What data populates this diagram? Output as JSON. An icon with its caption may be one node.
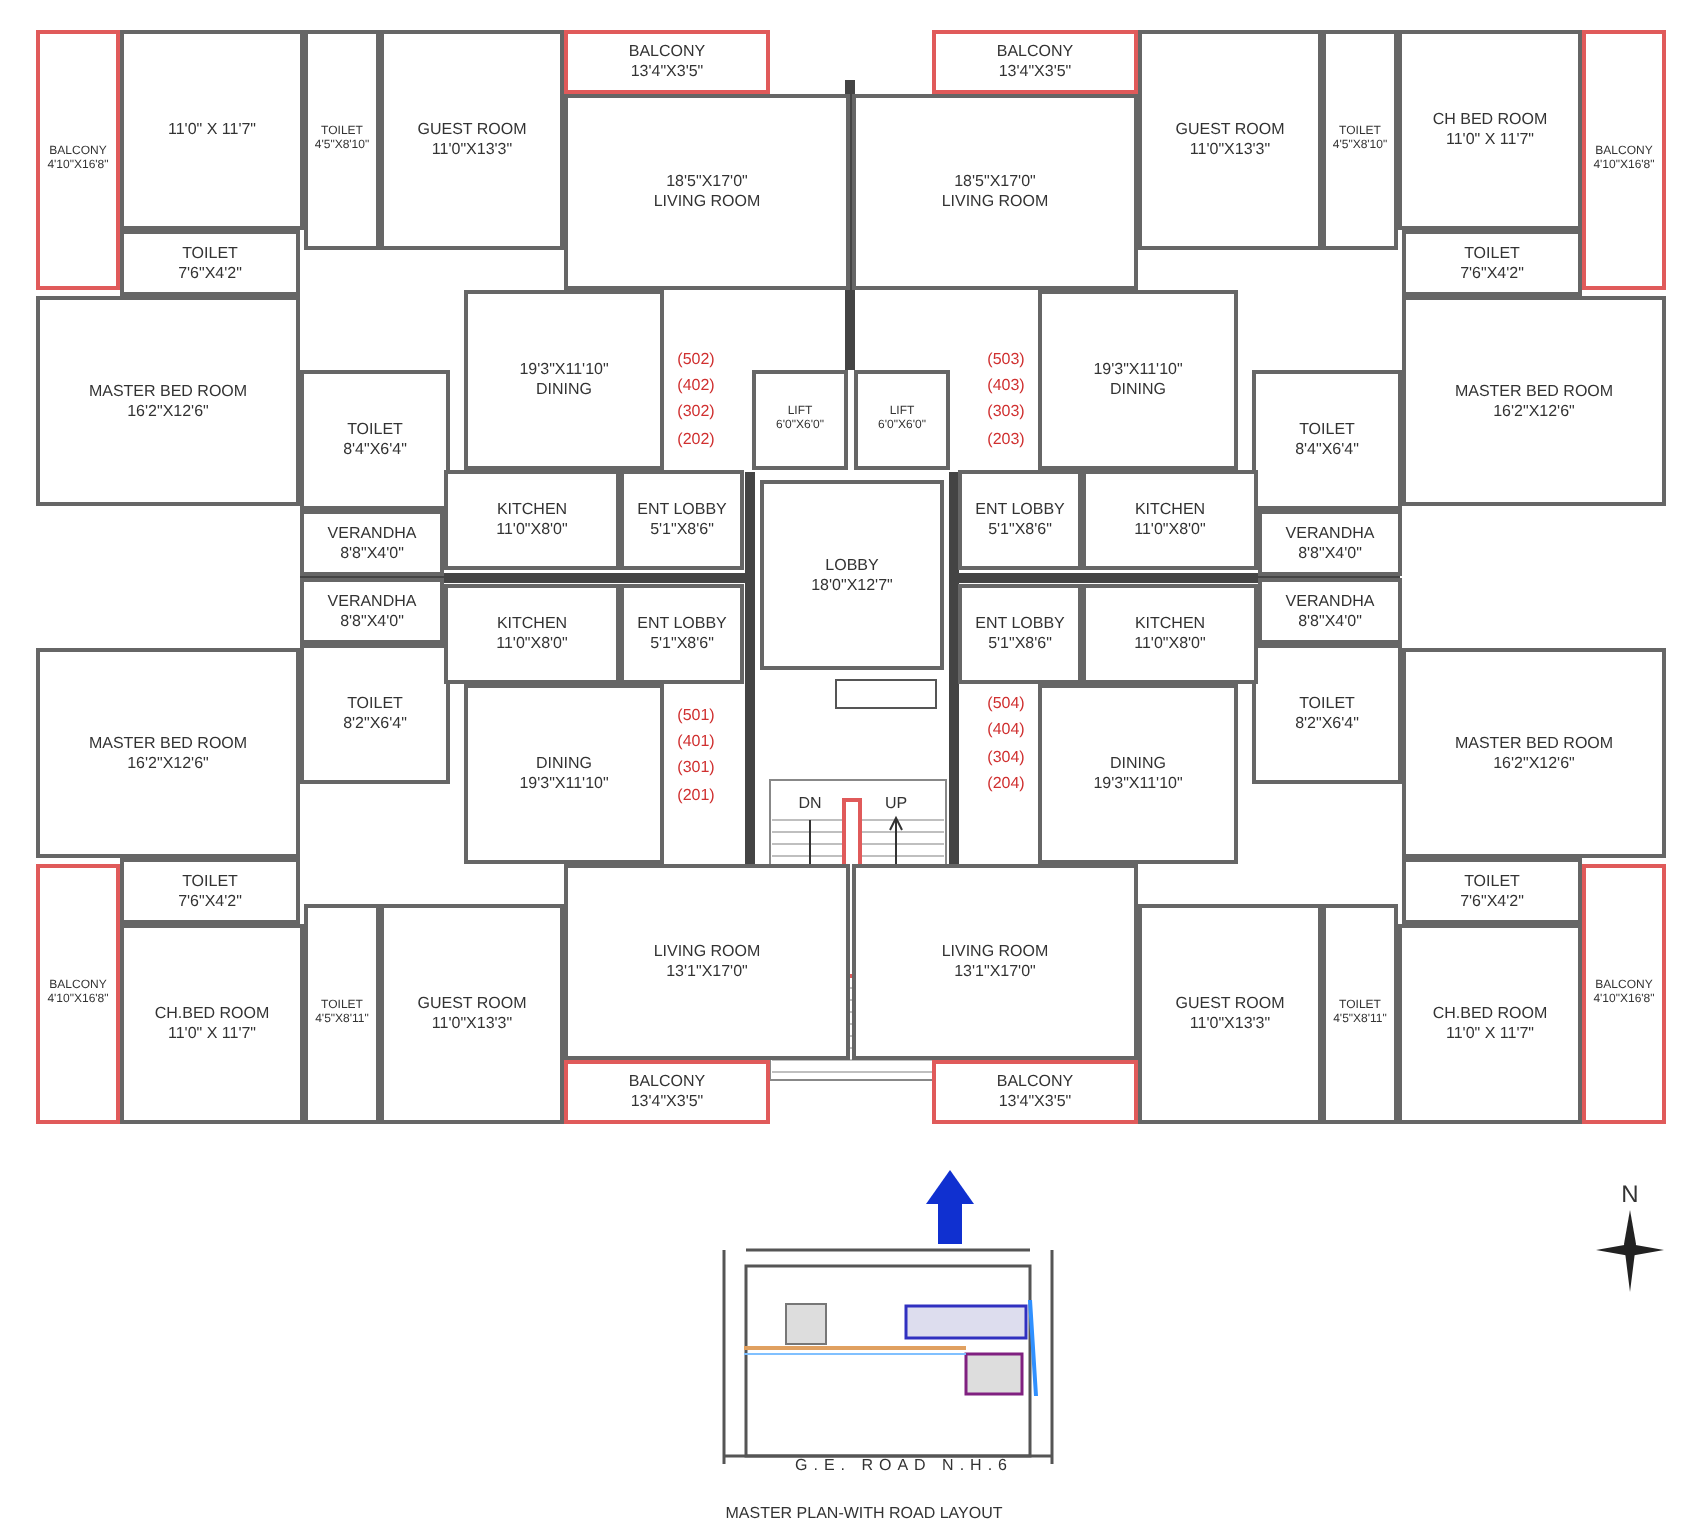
{
  "diagram": {
    "nodes": [
      {
        "text": [
          "BALCONY",
          "4'10\"X16'8\""
        ]
      },
      {
        "text": [
          "11'0\" X 11'7\""
        ]
      },
      {
        "text": [
          "TOILET",
          "7'6\"X4'2\""
        ]
      },
      {
        "text": [
          "TOILET",
          "4'5\"X8'10\""
        ]
      },
      {
        "text": [
          "GUEST ROOM",
          "11'0\"X13'3\""
        ]
      },
      {
        "text": [
          "BALCONY",
          "13'4\"X3'5\""
        ]
      },
      {
        "text": [
          "18'5\"X17'0\"",
          "LIVING ROOM"
        ]
      },
      {
        "text": [
          "19'3\"X11'10\"",
          "DINING"
        ]
      },
      {
        "text": [
          "MASTER BED ROOM",
          "16'2\"X12'6\""
        ]
      },
      {
        "text": [
          "TOILET",
          "8'4\"X6'4\""
        ]
      },
      {
        "text": [
          "KITCHEN",
          "11'0\"X8'0\""
        ]
      },
      {
        "text": [
          "ENT LOBBY",
          "5'1\"X8'6\""
        ]
      },
      {
        "text": [
          "VERANDHA",
          "8'8\"X4'0\""
        ]
      },
      {
        "text": [
          "BALCONY",
          "4'10\"X16'8\""
        ]
      },
      {
        "text": [
          "CH BED ROOM",
          "11'0\" X 11'7\""
        ]
      },
      {
        "text": [
          "TOILET",
          "7'6\"X4'2\""
        ]
      },
      {
        "text": [
          "TOILET",
          "4'5\"X8'10\""
        ]
      },
      {
        "text": [
          "GUEST ROOM",
          "11'0\"X13'3\""
        ]
      },
      {
        "text": [
          "BALCONY",
          "13'4\"X3'5\""
        ]
      },
      {
        "text": [
          "18'5\"X17'0\"",
          "LIVING ROOM"
        ]
      },
      {
        "text": [
          "19'3\"X11'10\"",
          "DINING"
        ]
      },
      {
        "text": [
          "MASTER BED ROOM",
          "16'2\"X12'6\""
        ]
      },
      {
        "text": [
          "TOILET",
          "8'4\"X6'4\""
        ]
      },
      {
        "text": [
          "KITCHEN",
          "11'0\"X8'0\""
        ]
      },
      {
        "text": [
          "ENT LOBBY",
          "5'1\"X8'6\""
        ]
      },
      {
        "text": [
          "VERANDHA",
          "8'8\"X4'0\""
        ]
      },
      {
        "text": [
          "LIFT",
          "6'0\"X6'0\""
        ]
      },
      {
        "text": [
          "LIFT",
          "6'0\"X6'0\""
        ]
      },
      {
        "text": [
          "LOBBY",
          "18'0\"X12'7\""
        ]
      },
      {
        "text": [
          "BALCONY",
          "4'10\"X16'8\""
        ]
      },
      {
        "text": [
          "CH.BED ROOM",
          "11'0\" X 11'7\""
        ]
      },
      {
        "text": [
          "TOILET",
          "7'6\"X4'2\""
        ]
      },
      {
        "text": [
          "TOILET",
          "4'5\"X8'11\""
        ]
      },
      {
        "text": [
          "GUEST ROOM",
          "11'0\"X13'3\""
        ]
      },
      {
        "text": [
          "BALCONY",
          "13'4\"X3'5\""
        ]
      },
      {
        "text": [
          "LIVING ROOM",
          "13'1\"X17'0\""
        ]
      },
      {
        "text": [
          "DINING",
          "19'3\"X11'10\""
        ]
      },
      {
        "text": [
          "MASTER BED ROOM",
          "16'2\"X12'6\""
        ]
      },
      {
        "text": [
          "TOILET",
          "8'2\"X6'4\""
        ]
      },
      {
        "text": [
          "KITCHEN",
          "11'0\"X8'0\""
        ]
      },
      {
        "text": [
          "ENT LOBBY",
          "5'1\"X8'6\""
        ]
      },
      {
        "text": [
          "VERANDHA",
          "8'8\"X4'0\""
        ]
      },
      {
        "text": [
          "BALCONY",
          "4'10\"X16'8\""
        ]
      },
      {
        "text": [
          "CH.BED ROOM",
          "11'0\" X 11'7\""
        ]
      },
      {
        "text": [
          "TOILET",
          "7'6\"X4'2\""
        ]
      },
      {
        "text": [
          "TOILET",
          "4'5\"X8'11\""
        ]
      },
      {
        "text": [
          "GUEST ROOM",
          "11'0\"X13'3\""
        ]
      },
      {
        "text": [
          "BALCONY",
          "13'4\"X3'5\""
        ]
      },
      {
        "text": [
          "LIVING ROOM",
          "13'1\"X17'0\""
        ]
      },
      {
        "text": [
          "DINING",
          "19'3\"X11'10\""
        ]
      },
      {
        "text": [
          "MASTER BED ROOM",
          "16'2\"X12'6\""
        ]
      },
      {
        "text": [
          "TOILET",
          "8'2\"X6'4\""
        ]
      },
      {
        "text": [
          "KITCHEN",
          "11'0\"X8'0\""
        ]
      },
      {
        "text": [
          "ENT LOBBY",
          "5'1\"X8'6\""
        ]
      },
      {
        "text": [
          "VERANDHA",
          "8'8\"X4'0\""
        ]
      }
    ],
    "labels": [
      "(502)",
      "(402)",
      "(302)",
      "(202)",
      "(503)",
      "(403)",
      "(303)",
      "(203)",
      "(501)",
      "(401)",
      "(301)",
      "(201)",
      "(504)",
      "(404)",
      "(304)",
      "(204)",
      "DN",
      "UP",
      "N",
      "G.E. ROAD N.H.6",
      "MASTER PLAN-WITH ROAD LAYOUT"
    ]
  }
}
